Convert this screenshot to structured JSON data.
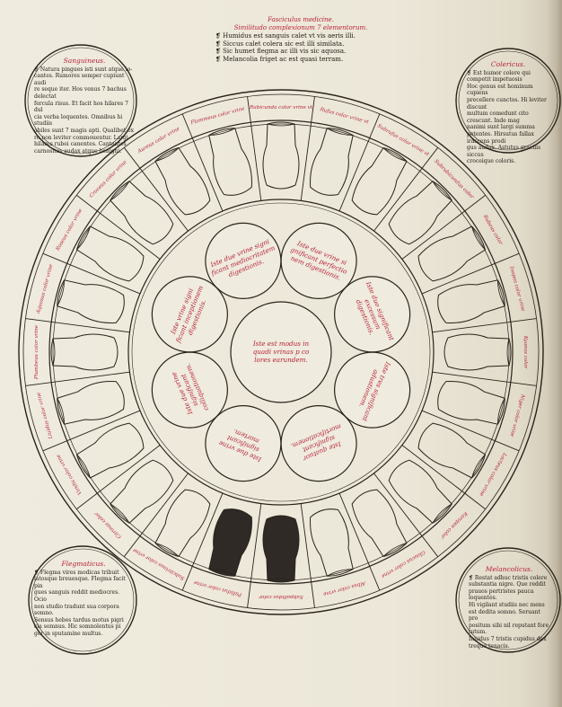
{
  "header": {
    "title": "Fasciculus medicine.",
    "subtitle": "Similitudo complexionum 7 elementorum.",
    "lines": [
      "Humidus est sanguis calet vt vis aeris illi.",
      "Siccus calet colera sic est illi similata.",
      "Sic humet flegma ac illi vis sic aquosa.",
      "Melancolia friget ac est quasi terram."
    ]
  },
  "corners": {
    "tl": {
      "title": "Sanguineus.",
      "lines": [
        "Natura pingues isti sunt atque io-",
        "cantes. Rumores semper cupiunt audi",
        "re seque iter. Hos venus 7 bachus delectat",
        "fercula risus. Et facit hos hilares 7 dul",
        "cia verba loquentes. Omnibus hi studiis",
        "abiles sunt 7 magis apti. Qualibet ex",
        "re non leviter commouentur. Largi",
        "hilares rubei canentes. Cantantes",
        "carnositas audax atque benigni."
      ]
    },
    "tr": {
      "title": "Colericus.",
      "lines": [
        "Est humor colere qui competit impetuosis",
        "Hoc genus est hominum cupiens",
        "precellere cunctos. Hi leviter discunt",
        "multum comedunt cito crescunt. Inde mag",
        "nanimi sunt largi summa",
        "petentes. Hirsutus fallax irascens prodi",
        "gus audax. Astutus gracilis siccus",
        "croceique coloris."
      ]
    },
    "bl": {
      "title": "Flegmaticus.",
      "lines": [
        "Flegma vires modicas tribuit",
        "latosque breuesque. Flegma facit pin",
        "gues sanguis reddit mediocres. Ocio",
        "non studio tradunt sua corpora somno.",
        "Sensus hebes tardus motus pigri",
        "cia somnus. Hic somnolentus pi",
        "ger in sputamine multus."
      ]
    },
    "br": {
      "title": "Melancolicus.",
      "lines": [
        "Restat adhuc tristis colere",
        "substantia nigre. Que reddit",
        "prauos pertristes pauca loquentes.",
        "Hi vigilant studiis nec mens",
        "est dedita somno. Seruant pro",
        "positum sibi nil reputant fore tutum.",
        "Inuidus 7 tristis cupidus dex",
        "treque tenacis."
      ]
    }
  },
  "wheel": {
    "center": [
      "Iste est modus in",
      "quadi vrinas p co",
      "lores earundem."
    ],
    "inner": [
      [
        "Iste due vrine signi",
        "ficant mediocritatem",
        "digestionis."
      ],
      [
        "Iste due vrine si",
        "gnificant perfectio",
        "nem digestionis."
      ],
      [
        "Iste duo significant",
        "excessum",
        "digestionis."
      ],
      [
        "Iste tres significant",
        "adustionem."
      ],
      [
        "Iste quatuor",
        "significant",
        "mortificationem."
      ],
      [
        "Iste due vrine",
        "significant",
        "mortem."
      ],
      [
        "Iste due vrine",
        "significant",
        "colliquationem."
      ],
      [
        "Iste vrine signi",
        "ficant inceptionem",
        "digestionis."
      ]
    ],
    "ring_labels": [
      "Rubicunda color vrine vt",
      "Rufus color vrine vt",
      "Subrufus color vrine vt",
      "Subrubicundus color",
      "Rubeus color",
      "Inopos color vrine",
      "Kyanos color",
      "Niger color vrine",
      "Lacteus color vrine",
      "Karopos color",
      "Glaucus color vrine",
      "Albus color vrine",
      "Subpallidus color",
      "Pallidus color vrine",
      "Subcitrinus color vrine",
      "Citrinus color",
      "Viridis color vrine",
      "Liuidus color vrine",
      "Plumbeus color vrine",
      "Aquosus color vrine",
      "Roseus color vrine",
      "Croceus color vrine",
      "Aureus color vrine",
      "Flammeus color vrine"
    ],
    "colors": {
      "ink": "#2a231b",
      "red": "#b8233a",
      "paper": "#efebde",
      "dark_fill": "#2f2a25"
    }
  }
}
